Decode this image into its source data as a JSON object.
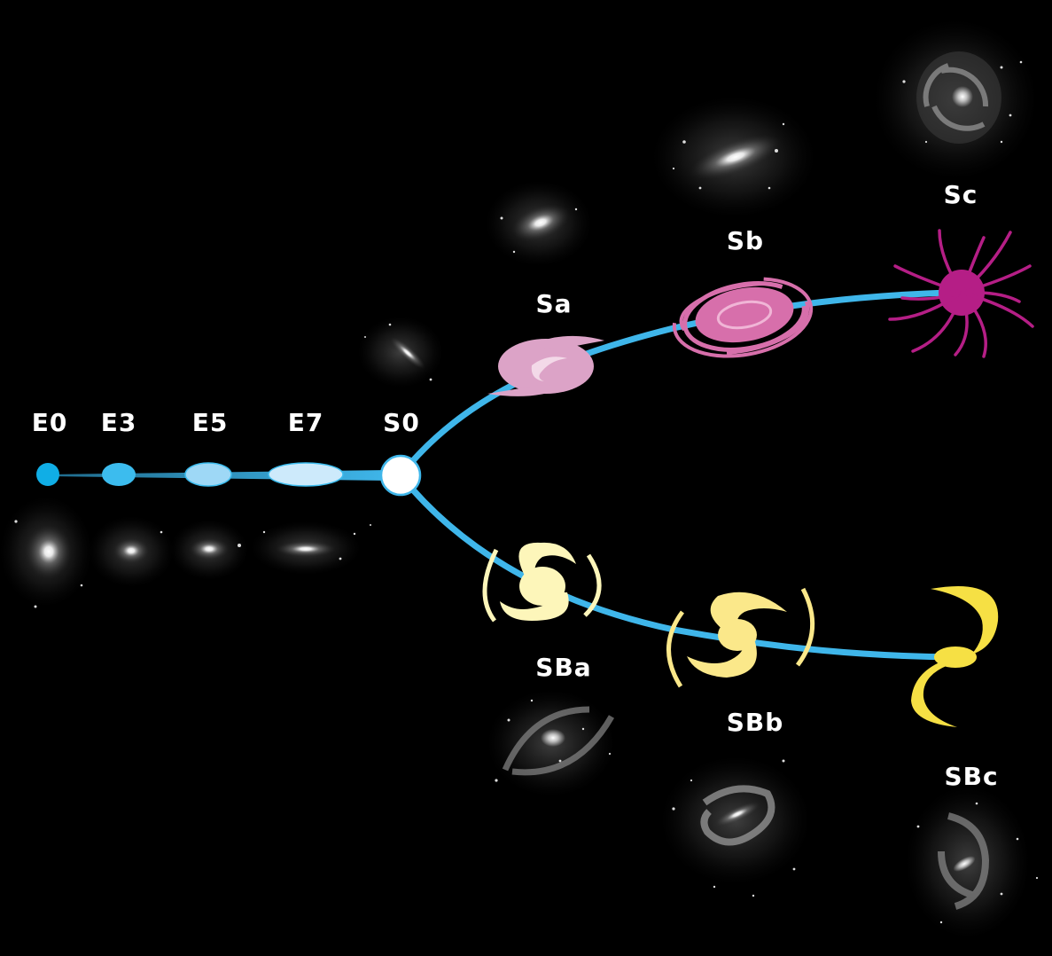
{
  "labels": {
    "e0": "E0",
    "e3": "E3",
    "e5": "E5",
    "e7": "E7",
    "s0": "S0",
    "sa": "Sa",
    "sb": "Sb",
    "sc": "Sc",
    "sba": "SBa",
    "sbb": "SBb",
    "sbc": "SBc"
  },
  "colors": {
    "background": "#000000",
    "track": "#3fb6ea",
    "e0": "#10aee6",
    "e3": "#3cbcee",
    "e5": "#9ed8f6",
    "e7": "#cdeafb",
    "s0": "#ffffff",
    "sa": "#dca3c7",
    "sb": "#d76fab",
    "sc": "#b51e86",
    "sba": "#fdf6ba",
    "sbb": "#fbe88a",
    "sbc": "#f6e044"
  },
  "icons": {
    "sa": "spiral-galaxy-sa-icon",
    "sb": "spiral-galaxy-sb-icon",
    "sc": "spiral-galaxy-sc-icon",
    "sba": "barred-spiral-sba-icon",
    "sbb": "barred-spiral-sbb-icon",
    "sbc": "barred-spiral-sbc-icon"
  }
}
